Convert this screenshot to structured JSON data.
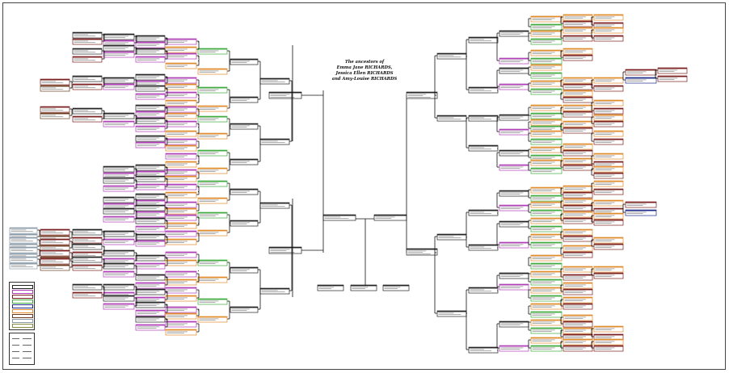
{
  "title": {
    "line1": "The ancestors of",
    "line2": "Emma Jane RICHARDS,",
    "line3": "Jessica Ellen RICHARDS",
    "line4": "and Amy-Louise RICHARDS"
  },
  "colors": {
    "default": "#222222",
    "magenta": "#b03cb8",
    "orange": "#e08a2a",
    "green": "#3caa3c",
    "maroon": "#7a1c1c",
    "navy": "#1c2a8a",
    "olive": "#8a8a3c",
    "gray": "#8a9aa8",
    "brown": "#6b3a1c"
  }
}
